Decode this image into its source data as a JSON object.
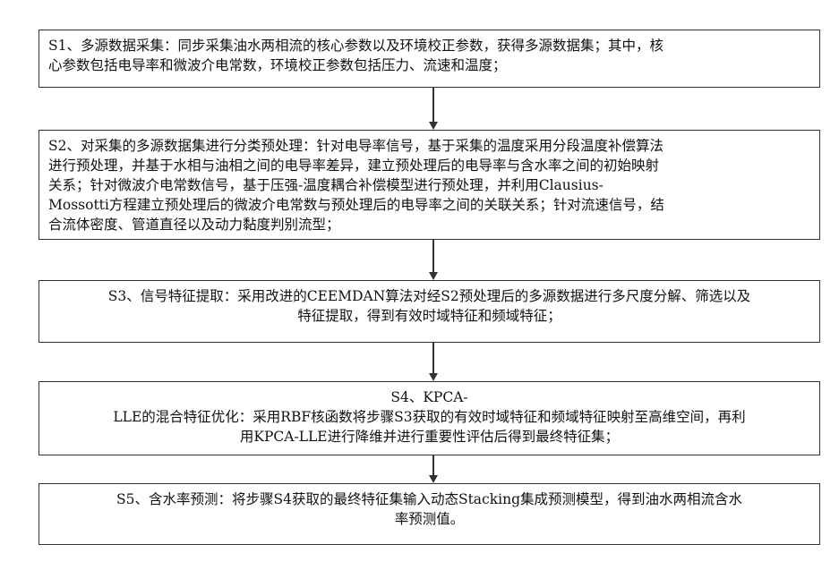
{
  "steps": [
    {
      "id": "S1",
      "lines": [
        "S1、多源数据采集：同步采集油水两相流的核心参数以及环境校正参数，获得多源数据集；其中，核",
        "心参数包括电导率和微波介电常数，环境校正参数包括压力、流速和温度；"
      ]
    },
    {
      "id": "S2",
      "lines": [
        "S2、对采集的多源数据集进行分类预处理：针对电导率信号，基于采集的温度采用分段温度补偿算法",
        "进行预处理，并基于水相与油相之间的电导率差异，建立预处理后的电导率与含水率之间的初始映射",
        "关系；针对微波介电常数信号，基于压强-温度耦合补偿模型进行预处理，并利用Clausius-",
        "Mossotti方程建立预处理后的微波介电常数与预处理后的电导率之间的关联关系；针对流速信号，结",
        "合流体密度、管道直径以及动力黏度判别流型；"
      ]
    },
    {
      "id": "S3",
      "lines": [
        "S3、信号特征提取：采用改进的CEEMDAN算法对经S2预处理后的多源数据进行多尺度分解、筛选以及",
        "特征提取，得到有效时域特征和频域特征；"
      ]
    },
    {
      "id": "S4",
      "lines": [
        "S4、KPCA-",
        "LLE的混合特征优化：采用RBF核函数将步骤S3获取的有效时域特征和频域特征映射至高维空间，再利",
        "用KPCA-LLE进行降维并进行重要性评估后得到最终特征集；"
      ]
    },
    {
      "id": "S5",
      "lines": [
        "S5、含水率预测：将步骤S4获取的最终特征集输入动态Stacking集成预测模型，得到油水两相流含水",
        "率预测值。"
      ]
    }
  ]
}
